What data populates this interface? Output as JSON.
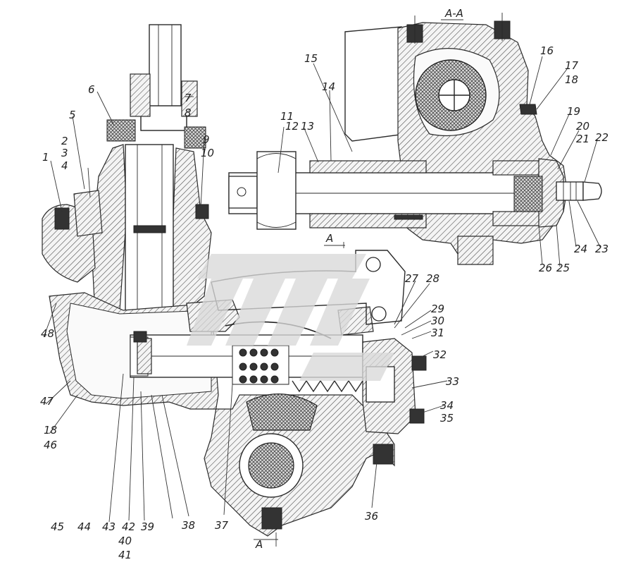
{
  "section_title": "A-A",
  "section_marker": "A",
  "callouts": [
    {
      "id": "1",
      "text": "1"
    },
    {
      "id": "2",
      "text": "2"
    },
    {
      "id": "3",
      "text": "3"
    },
    {
      "id": "4",
      "text": "4"
    },
    {
      "id": "5",
      "text": "5"
    },
    {
      "id": "6",
      "text": "6"
    },
    {
      "id": "7",
      "text": "7"
    },
    {
      "id": "8",
      "text": "8"
    },
    {
      "id": "9",
      "text": "9"
    },
    {
      "id": "10",
      "text": "10"
    },
    {
      "id": "11",
      "text": "11"
    },
    {
      "id": "12",
      "text": "12"
    },
    {
      "id": "13",
      "text": "13"
    },
    {
      "id": "14",
      "text": "14"
    },
    {
      "id": "15",
      "text": "15"
    },
    {
      "id": "16",
      "text": "16"
    },
    {
      "id": "17",
      "text": "17"
    },
    {
      "id": "18a",
      "text": "18"
    },
    {
      "id": "19",
      "text": "19"
    },
    {
      "id": "20",
      "text": "20"
    },
    {
      "id": "21",
      "text": "21"
    },
    {
      "id": "22",
      "text": "22"
    },
    {
      "id": "23",
      "text": "23"
    },
    {
      "id": "24",
      "text": "24"
    },
    {
      "id": "25",
      "text": "25"
    },
    {
      "id": "26",
      "text": "26"
    },
    {
      "id": "27",
      "text": "27"
    },
    {
      "id": "28",
      "text": "28"
    },
    {
      "id": "29",
      "text": "29"
    },
    {
      "id": "30",
      "text": "30"
    },
    {
      "id": "31",
      "text": "31"
    },
    {
      "id": "32",
      "text": "32"
    },
    {
      "id": "33",
      "text": "33"
    },
    {
      "id": "34",
      "text": "34"
    },
    {
      "id": "35",
      "text": "35"
    },
    {
      "id": "36",
      "text": "36"
    },
    {
      "id": "37",
      "text": "37"
    },
    {
      "id": "38",
      "text": "38"
    },
    {
      "id": "39",
      "text": "39"
    },
    {
      "id": "40",
      "text": "40"
    },
    {
      "id": "41",
      "text": "41"
    },
    {
      "id": "42",
      "text": "42"
    },
    {
      "id": "43",
      "text": "43"
    },
    {
      "id": "44",
      "text": "44"
    },
    {
      "id": "45",
      "text": "45"
    },
    {
      "id": "46",
      "text": "46"
    },
    {
      "id": "47",
      "text": "47"
    },
    {
      "id": "18b",
      "text": "18"
    },
    {
      "id": "48",
      "text": "48"
    }
  ],
  "colors": {
    "ink": "#2a2a2a",
    "watermark": "#d8d8d8",
    "background": "#ffffff"
  }
}
